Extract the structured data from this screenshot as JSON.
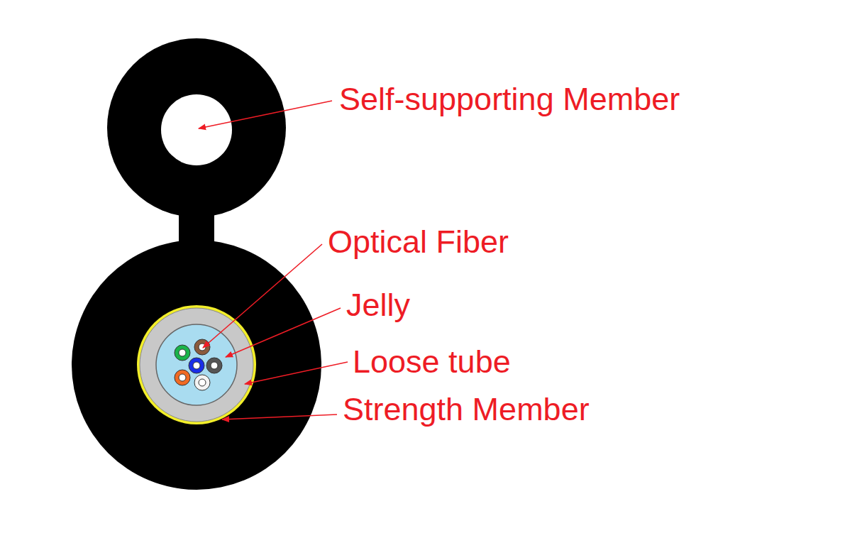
{
  "diagram": {
    "labels": [
      "Self-supporting Member",
      "Optical Fiber",
      "Jelly",
      "Loose tube",
      "Strength Member"
    ]
  }
}
